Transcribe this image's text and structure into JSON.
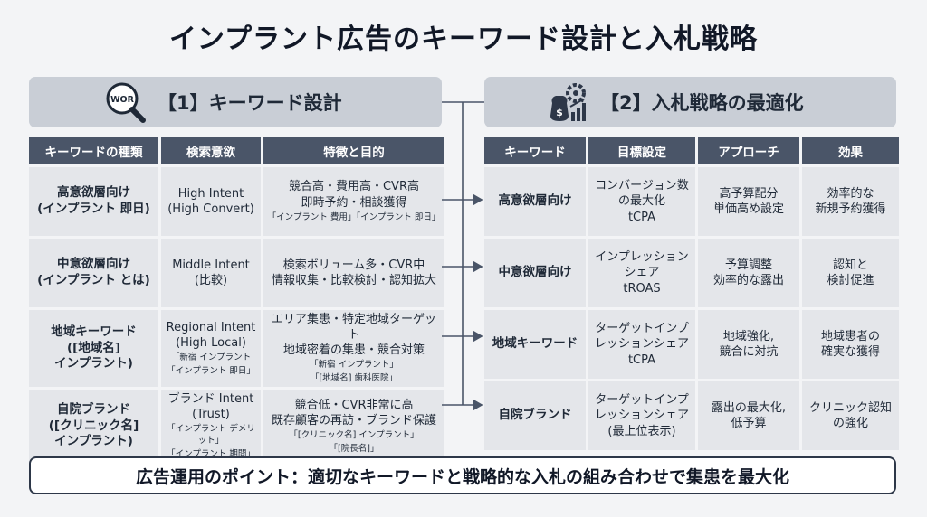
{
  "title": "インプラント広告のキーワード設計と入札戦略",
  "left": {
    "header": "【1】キーワード設計",
    "icon_text": "WOR",
    "columns": [
      "キーワードの種類",
      "検索意欲",
      "特徴と目的"
    ],
    "rows": [
      {
        "type": [
          "高意欲層向け",
          "(インプラント 即日)"
        ],
        "intent": [
          "High Intent",
          "(High Convert)"
        ],
        "intent_examples": [],
        "features": [
          "競合高・費用高・CVR高",
          "即時予約・相談獲得"
        ],
        "feature_examples": [
          "「インプラント 費用」「インプラント 即日」"
        ]
      },
      {
        "type": [
          "中意欲層向け",
          "(インプラント とは)"
        ],
        "intent": [
          "Middle Intent",
          "(比較)"
        ],
        "intent_examples": [],
        "features": [
          "検索ボリューム多・CVR中",
          "情報収集・比較検討・認知拡大"
        ],
        "feature_examples": []
      },
      {
        "type": [
          "地域キーワード",
          "([地域名]",
          "インプラント)"
        ],
        "intent": [
          "Regional Intent",
          "(High Local)"
        ],
        "intent_examples": [
          "「新宿 インプラント",
          "「インプラント 即日」"
        ],
        "features": [
          "エリア集患・特定地域ターゲット",
          "地域密着の集患・競合対策"
        ],
        "feature_examples": [
          "「新宿 インプラント」",
          "「[地域名] 歯科医院」"
        ]
      },
      {
        "type": [
          "自院ブランド",
          "([クリニック名]",
          "インプラント)"
        ],
        "intent": [
          "ブランド Intent",
          "(Trust)"
        ],
        "intent_examples": [
          "「インプラント デメリット」",
          "「インプラント 期間」"
        ],
        "features": [
          "競合低・CVR非常に高",
          "既存顧客の再訪・ブランド保護"
        ],
        "feature_examples": [
          "「[クリニック名] インプラント」",
          "「[院長名]」"
        ]
      }
    ]
  },
  "right": {
    "header": "【2】入札戦略の最適化",
    "columns": [
      "キーワード",
      "目標設定",
      "アプローチ",
      "効果"
    ],
    "rows": [
      {
        "keyword": [
          "高意欲層向け"
        ],
        "goal": [
          "コンバージョン数",
          "の最大化",
          "tCPA"
        ],
        "approach": [
          "高予算配分",
          "単価高め設定"
        ],
        "effect": [
          "効率的な",
          "新規予約獲得"
        ]
      },
      {
        "keyword": [
          "中意欲層向け"
        ],
        "goal": [
          "インプレッション",
          "シェア",
          "tROAS"
        ],
        "approach": [
          "予算調整",
          "効率的な露出"
        ],
        "effect": [
          "認知と",
          "検討促進"
        ]
      },
      {
        "keyword": [
          "地域キーワード"
        ],
        "goal": [
          "ターゲットインプ",
          "レッションシェア",
          "tCPA"
        ],
        "approach": [
          "地域強化,",
          "競合に対抗"
        ],
        "effect": [
          "地域患者の",
          "確実な獲得"
        ]
      },
      {
        "keyword": [
          "自院ブランド"
        ],
        "goal": [
          "ターゲットインプ",
          "レッションシェア",
          "(最上位表示)"
        ],
        "approach": [
          "露出の最大化,",
          "低予算"
        ],
        "effect": [
          "クリニック認知",
          "の強化"
        ]
      }
    ]
  },
  "footer": "広告運用のポイント：適切なキーワードと戦略的な入札の組み合わせで集患を最大化",
  "colors": {
    "header_bg": "#c9ced6",
    "th_bg": "#4a5568",
    "cell_bg": "#e4e6ea",
    "connector": "#4a5568"
  }
}
